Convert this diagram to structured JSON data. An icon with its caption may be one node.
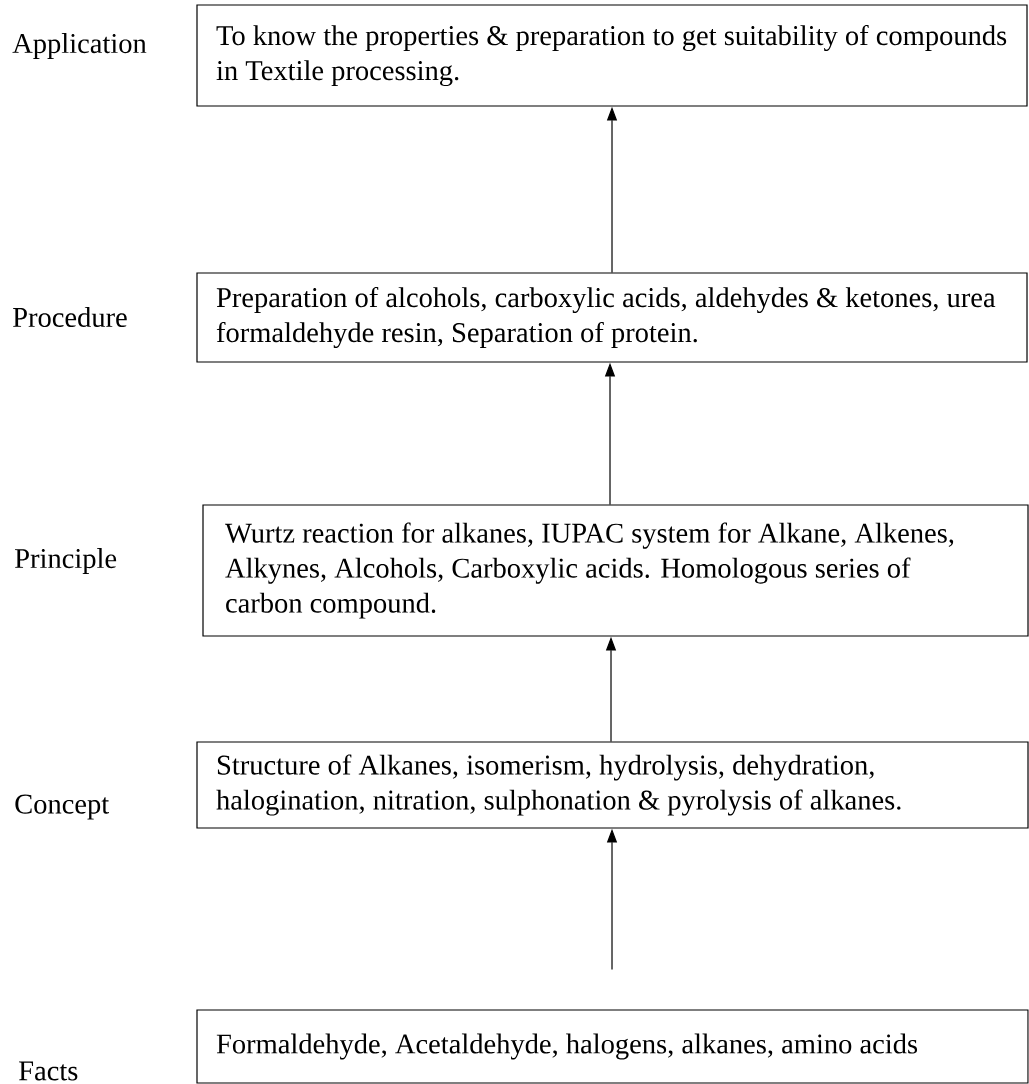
{
  "diagram": {
    "nodes": [
      {
        "text": [
          "To know the properties & preparation to get suitability of compounds in Textile processing."
        ]
      },
      {
        "text": [
          "Preparation of alcohols, carboxylic acids, aldehydes & ketones, urea formaldehyde resin, Separation of protein."
        ]
      },
      {
        "text": [
          "Wurtz reaction for alkanes, IUPAC system for Alkane, Alkenes, Alkynes, Alcohols, Carboxylic acids. Homologous series of carbon compound."
        ]
      },
      {
        "text": [
          "Structure of Alkanes, isomerism, hydrolysis, dehydration, halogination, nitration, sulphonation & pyrolysis of alkanes."
        ]
      },
      {
        "text": [
          "Formaldehyde, Acetaldehyde, halogens, alkanes, amino acids"
        ]
      }
    ],
    "edges": [
      {
        "from": 1,
        "to": 0,
        "arrow": "to"
      },
      {
        "from": 2,
        "to": 1,
        "arrow": "to"
      },
      {
        "from": 3,
        "to": 2,
        "arrow": "to"
      },
      {
        "from": 4,
        "to": 3,
        "arrow": "to"
      }
    ],
    "labels": [
      "Application",
      "Procedure",
      "Principle",
      "Concept",
      "Facts"
    ]
  }
}
